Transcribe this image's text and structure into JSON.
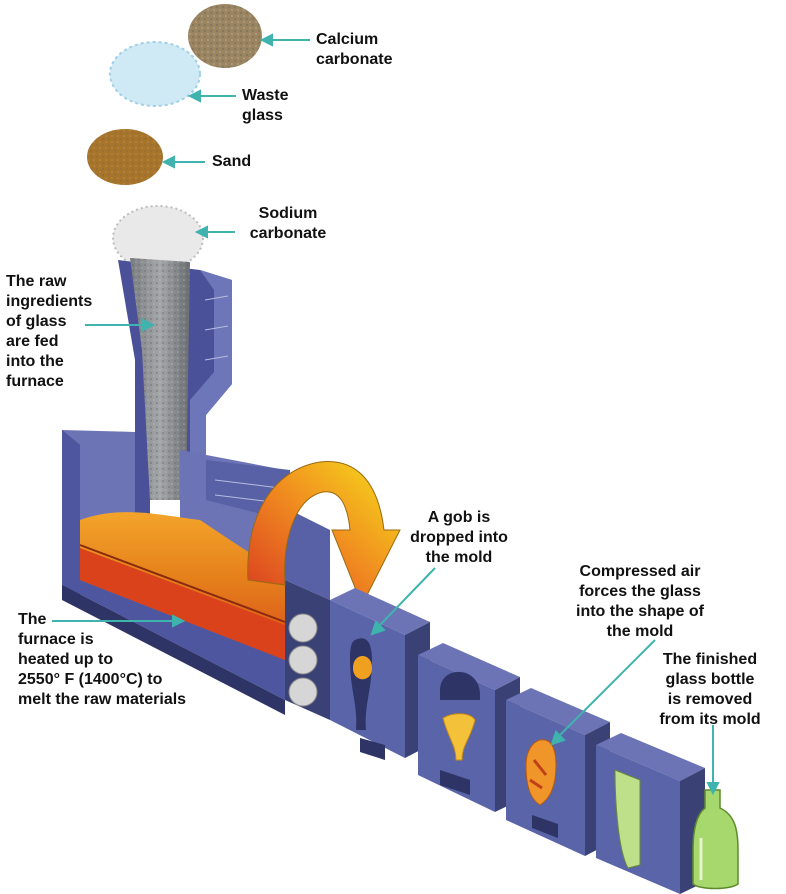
{
  "labels": {
    "calcium_carbonate": [
      "Calcium",
      "carbonate"
    ],
    "waste_glass": [
      "Waste",
      "glass"
    ],
    "sand": [
      "Sand"
    ],
    "sodium_carbonate": [
      "Sodium",
      "carbonate"
    ],
    "raw_ingredients": [
      "The raw",
      "ingredients",
      "of glass",
      "are fed",
      "into the",
      "furnace"
    ],
    "furnace_heated": [
      "The",
      "furnace is",
      "heated up to",
      "2550° F (1400°C) to",
      "melt the raw materials"
    ],
    "gob_dropped": [
      "A gob is",
      "dropped into",
      "the mold"
    ],
    "compressed_air": [
      "Compressed air",
      "forces the glass",
      "into the shape of",
      "the mold"
    ],
    "finished_bottle": [
      "The finished",
      "glass bottle",
      "is removed",
      "from its mold"
    ]
  },
  "colors": {
    "pointer": "#3fb3ad",
    "steel": "#5a64a8",
    "steel_dark": "#3a4175",
    "steel_light": "#8c94c8",
    "molten": "#e88f1a",
    "heat": "#e0401a",
    "glass_green": "#a6d86e"
  },
  "icons": [
    "calcium-carbonate-pile-icon",
    "waste-glass-pile-icon",
    "sand-pile-icon",
    "sodium-carbonate-pile-icon"
  ]
}
